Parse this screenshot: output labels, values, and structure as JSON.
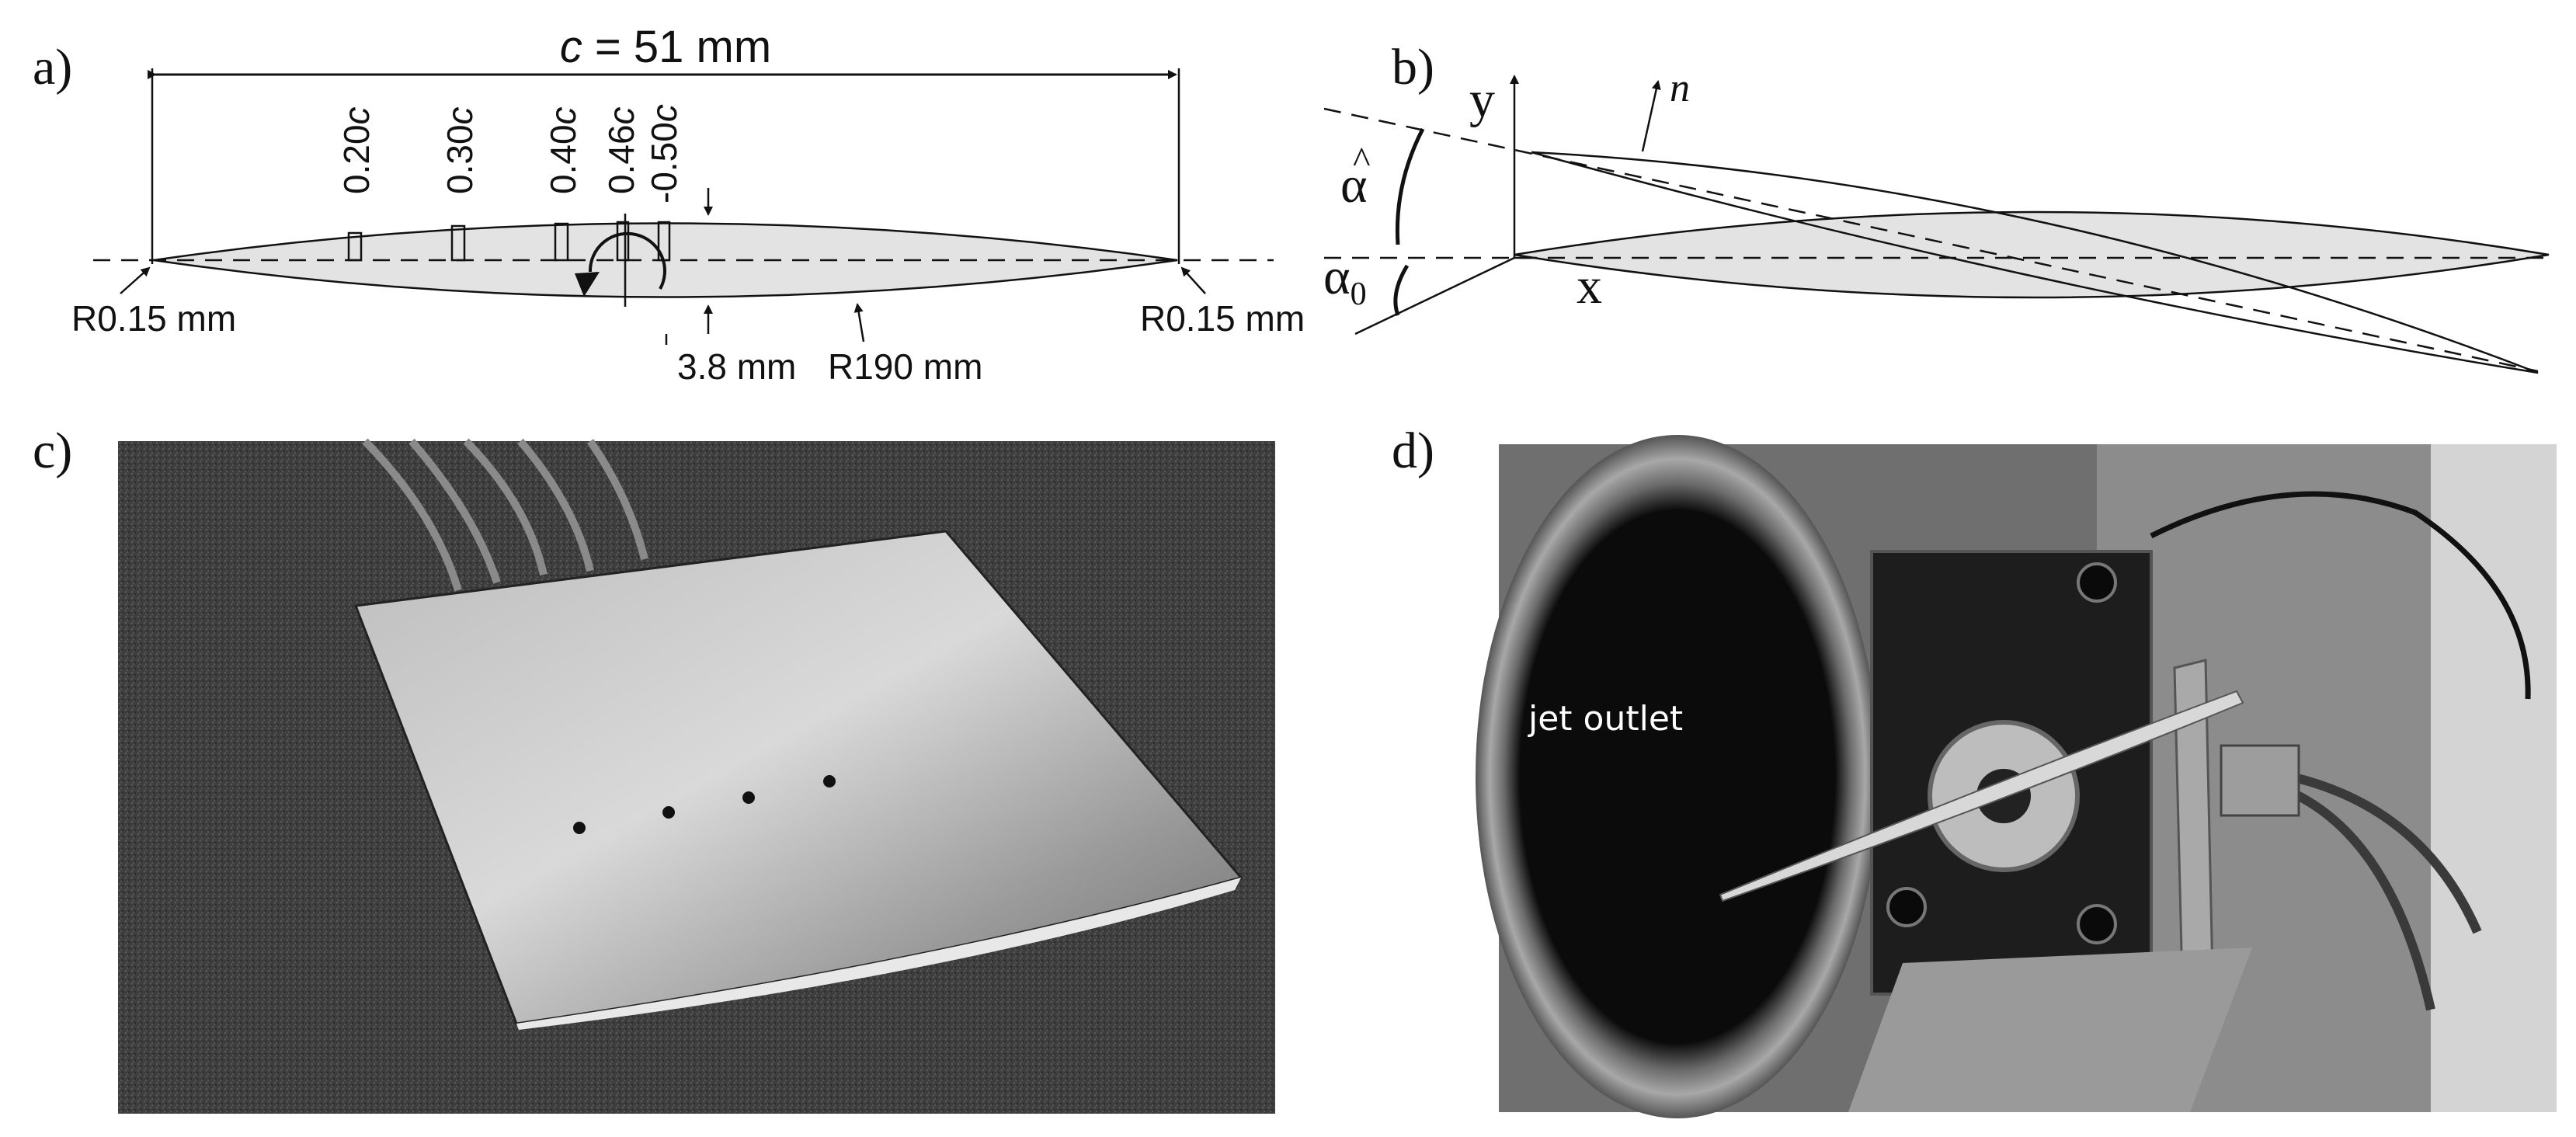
{
  "panels": {
    "a": {
      "label": "a)",
      "chord": {
        "symbol": "c",
        "rest": " = 51 mm"
      },
      "stations": [
        {
          "num": "0.20",
          "unit": "c"
        },
        {
          "num": "0.30",
          "unit": "c"
        },
        {
          "num": "0.40",
          "unit": "c"
        },
        {
          "num": "0.46",
          "unit": "c"
        },
        {
          "num": "-0.50",
          "unit": "c"
        }
      ],
      "radius_left": "R0.15 mm",
      "radius_right": "R0.15 mm",
      "thickness": "3.8 mm",
      "arc_radius": "R190 mm"
    },
    "b": {
      "label": "b)",
      "axis_y": "y",
      "axis_x": "x",
      "normal": "n",
      "alpha_hat": "α",
      "hat": "^",
      "alpha_zero": "α",
      "alpha_zero_sub": "0"
    },
    "c": {
      "label": "c)"
    },
    "d": {
      "label": "d)",
      "jet_outlet": "jet outlet"
    }
  },
  "colors": {
    "airfoil_fill": "#e3e3e3",
    "ink": "#111111",
    "photo_dark": "#2a2a2a"
  }
}
